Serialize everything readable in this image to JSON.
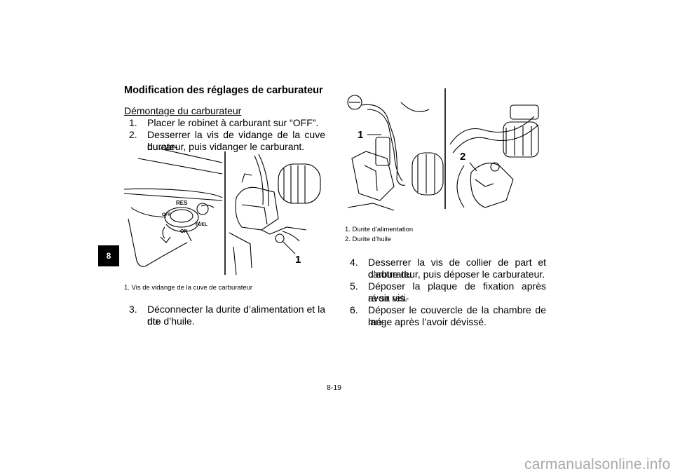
{
  "chapter_tab": "8",
  "section_title": "Modification des réglages de carburateur",
  "subsection": "Démontage du carburateur",
  "steps_left": [
    {
      "num": "1.",
      "lines": [
        "Placer le robinet à carburant sur “OFF”."
      ]
    },
    {
      "num": "2.",
      "lines": [
        "Desserrer la vis de vidange de la cuve du car-",
        "burateur, puis vidanger le carburant."
      ]
    }
  ],
  "figure1": {
    "callout": "1",
    "valve_labels": {
      "res": "RES",
      "off": "OFF",
      "fuel": "FUEL",
      "on": "ON"
    },
    "caption": "1. Vis de vidange de la cuve de carburateur"
  },
  "step3": {
    "num": "3.",
    "lines": [
      "Déconnecter la durite d’alimentation et la du-",
      "rite d’huile."
    ]
  },
  "figure2": {
    "callouts": [
      "1",
      "2"
    ],
    "captions": [
      "1. Durite d’alimentation",
      "2. Durite d’huile"
    ]
  },
  "steps_right": [
    {
      "num": "4.",
      "lines": [
        "Desserrer la vis de collier de part et d’autre du",
        "carburateur, puis déposer le carburateur."
      ]
    },
    {
      "num": "5.",
      "lines": [
        "Déposer la plaque de fixation après avoir reti-",
        "ré sa vis."
      ]
    },
    {
      "num": "6.",
      "lines": [
        "Déposer le couvercle de la chambre de mé-",
        "lange après l’avoir dévissé."
      ]
    }
  ],
  "page_number": "8-19",
  "watermark": "carmanualsonline.info"
}
